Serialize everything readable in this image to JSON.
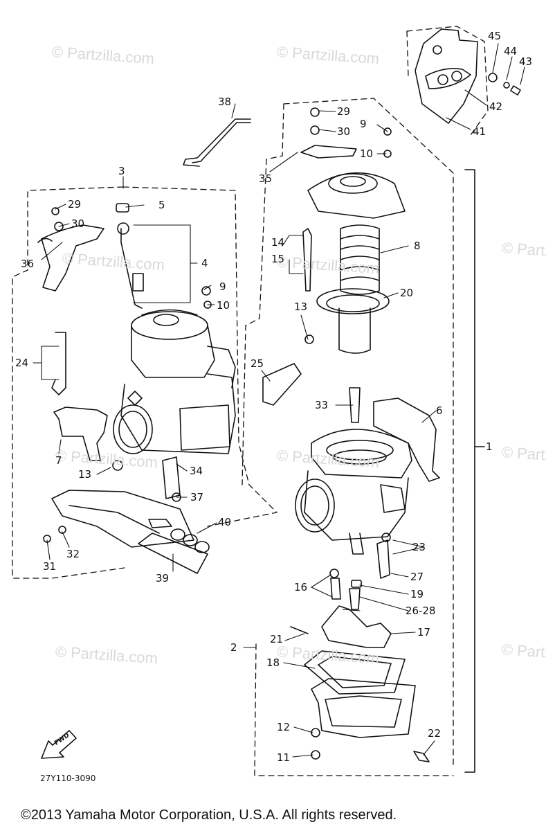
{
  "watermark_text": "© Partzilla.com",
  "diagram_code": "27Y110-3090",
  "fwd_label": "FWD",
  "copyright": "©2013 Yamaha Motor Corporation, U.S.A. All rights reserved.",
  "callouts": [
    "1",
    "2",
    "3",
    "4",
    "5",
    "6",
    "7",
    "8",
    "9",
    "9",
    "10",
    "10",
    "11",
    "12",
    "13",
    "13",
    "14",
    "15",
    "16",
    "17",
    "18",
    "19",
    "20",
    "21",
    "22",
    "23",
    "24",
    "25",
    "26-28",
    "27",
    "29",
    "29",
    "30",
    "30",
    "31",
    "32",
    "33",
    "34",
    "35",
    "36",
    "37",
    "38",
    "39",
    "40",
    "41",
    "42",
    "43",
    "44",
    "45"
  ],
  "line_color": "#111111",
  "watermark_color": "#d9d9d9"
}
